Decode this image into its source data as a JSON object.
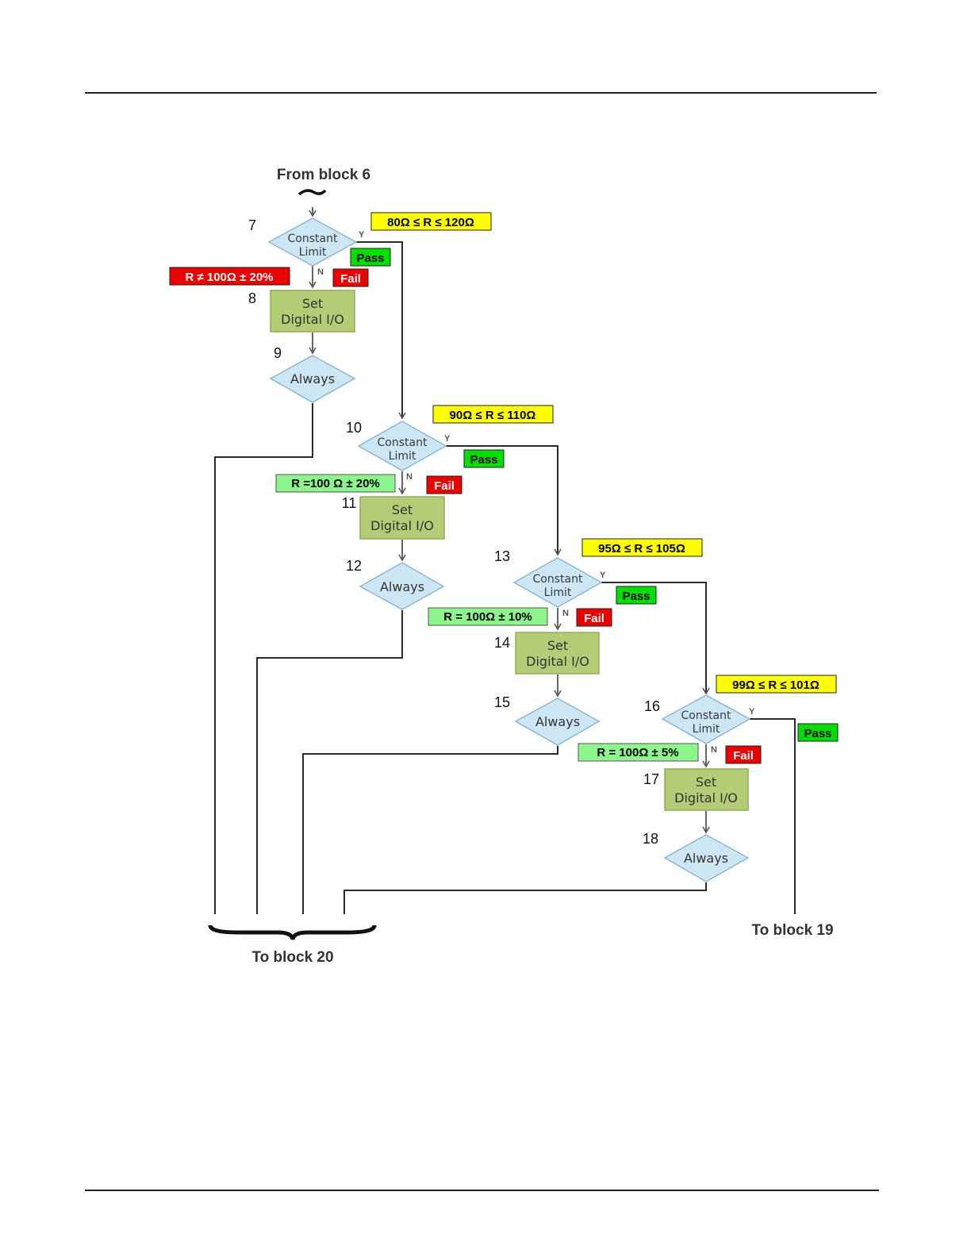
{
  "header": {
    "from": "From block 6"
  },
  "footer": {
    "to_20": "To block 20",
    "to_19": "To block 19"
  },
  "node_text": {
    "cl_line1": "Constant",
    "cl_line2": "Limit",
    "set_line1": "Set",
    "set_line2": "Digital I/O",
    "always": "Always",
    "yes": "Y",
    "no": "N"
  },
  "numbers": [
    "7",
    "8",
    "9",
    "10",
    "11",
    "12",
    "13",
    "14",
    "15",
    "16",
    "17",
    "18"
  ],
  "conditions": {
    "c7": "80Ω ≤ R ≤ 120Ω",
    "c10": "90Ω ≤ R ≤ 110Ω",
    "c13": "95Ω ≤ R ≤ 105Ω",
    "c16": "99Ω ≤ R ≤ 101Ω"
  },
  "results": {
    "pass": "Pass",
    "fail": "Fail"
  },
  "fail_notes": {
    "f7": "R ≠ 100Ω ± 20%",
    "f10": "R =100 Ω ± 20%",
    "f13": "R = 100Ω ± 10%",
    "f16": "R = 100Ω ± 5%"
  },
  "colors": {
    "condition": "#ffff00",
    "pass": "#00e000",
    "fail": "#ee0000",
    "fail_note_first": "#ee0000",
    "fail_note": "#8cf58c",
    "decision_fill": "#cde6f3",
    "action_fill": "#b4cc76"
  }
}
